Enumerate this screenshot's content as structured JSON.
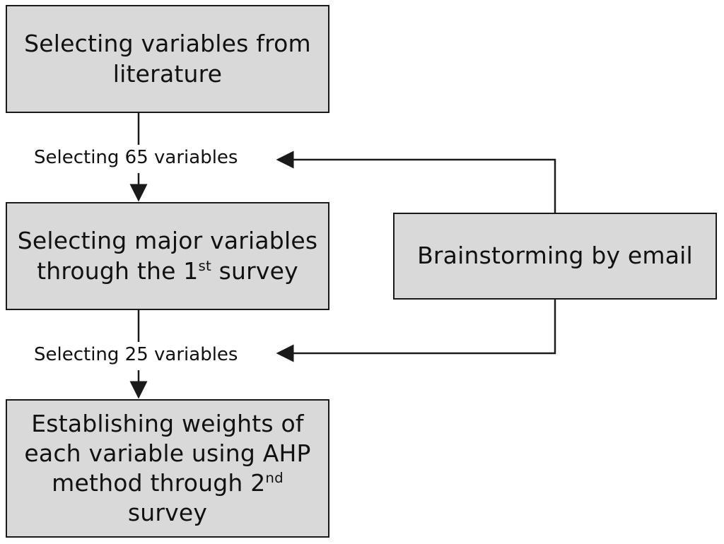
{
  "nodes": {
    "literature": {
      "line1": "Selecting variables from",
      "line2": "literature"
    },
    "first_survey": {
      "line1": "Selecting major variables",
      "line2_pre": "through the 1",
      "line2_sup": "st",
      "line2_post": " survey"
    },
    "ahp": {
      "line1": "Establishing weights of",
      "line2": "each variable using AHP",
      "line3_pre": "method through 2",
      "line3_sup": "nd",
      "line4": "survey"
    },
    "brainstorming": {
      "label": "Brainstorming by email"
    }
  },
  "edges": {
    "literature_to_first": "Selecting 65 variables",
    "first_to_ahp": "Selecting 25 variables"
  },
  "colors": {
    "box_fill": "#d9d9d9",
    "stroke": "#1a1a1a"
  }
}
